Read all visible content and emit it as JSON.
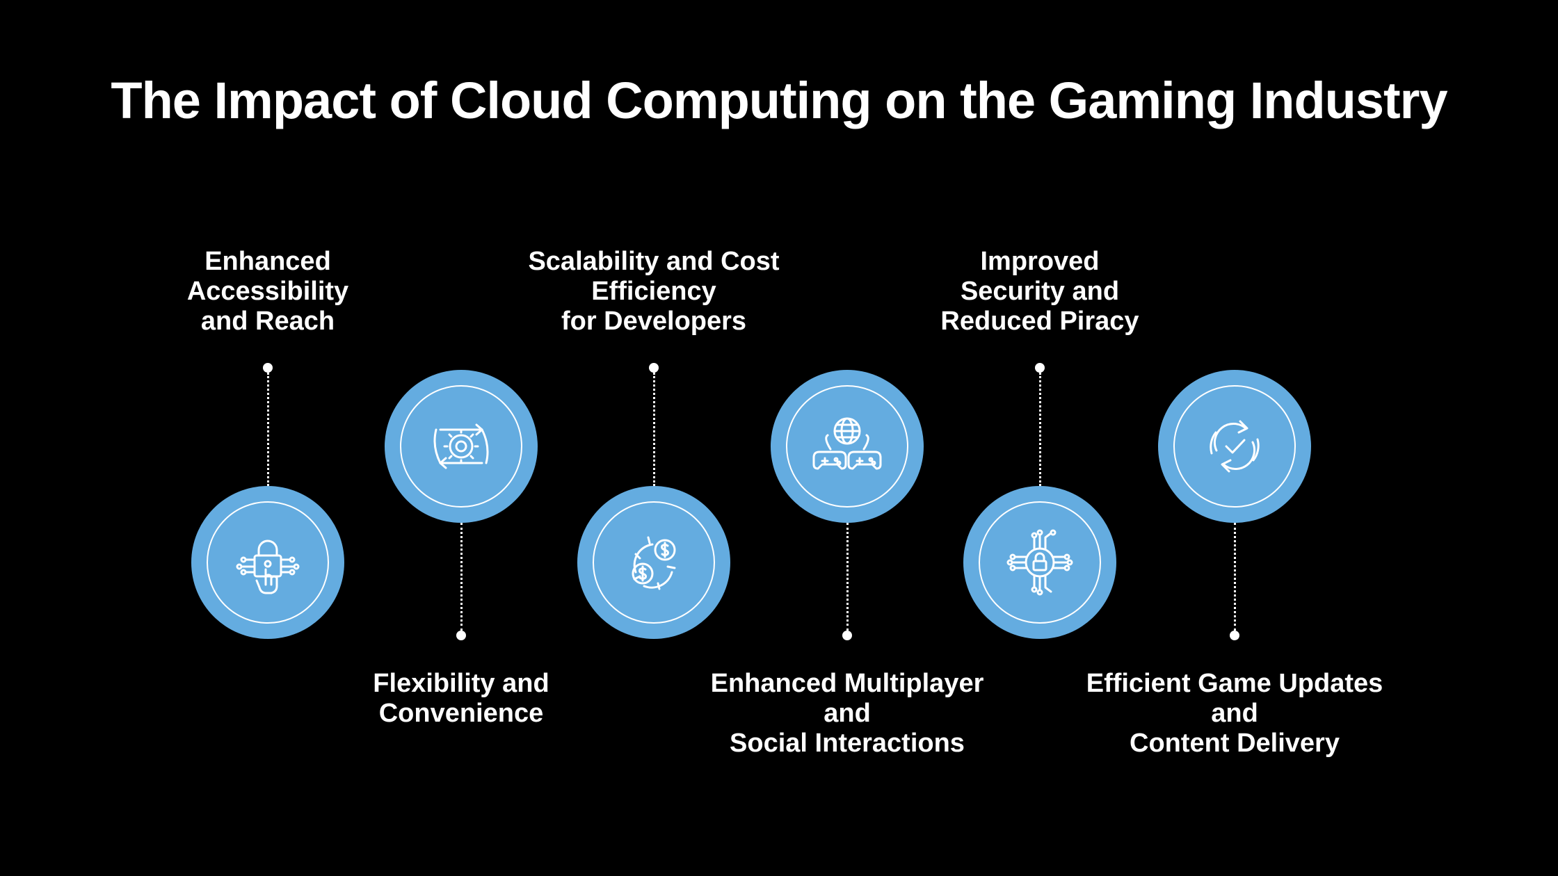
{
  "title": "The Impact of Cloud Computing on the Gaming Industry",
  "colors": {
    "background": "#000000",
    "circle_fill": "#64ace0",
    "foreground": "#ffffff"
  },
  "steps": [
    {
      "label_lines": [
        "Enhanced",
        "Accessibility",
        "and Reach"
      ],
      "icon": "lock-circuit-hand-icon",
      "label_position": "top"
    },
    {
      "label_lines": [
        "Flexibility and",
        "Convenience"
      ],
      "icon": "gear-arrows-icon",
      "label_position": "bottom"
    },
    {
      "label_lines": [
        "Scalability and Cost",
        "Efficiency",
        "for Developers"
      ],
      "icon": "dollar-gear-icon",
      "label_position": "top"
    },
    {
      "label_lines": [
        "Enhanced Multiplayer",
        "and",
        "Social Interactions"
      ],
      "icon": "globe-gamepads-icon",
      "label_position": "bottom"
    },
    {
      "label_lines": [
        "Improved",
        "Security and",
        "Reduced Piracy"
      ],
      "icon": "lock-circuit-icon",
      "label_position": "top"
    },
    {
      "label_lines": [
        "Efficient Game Updates",
        "and",
        "Content Delivery"
      ],
      "icon": "refresh-check-icon",
      "label_position": "bottom"
    }
  ]
}
